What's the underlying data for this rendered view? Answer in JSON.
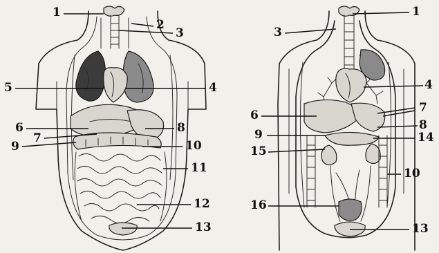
{
  "figures": {
    "front_view": {
      "labels": [
        "1",
        "2",
        "3",
        "4",
        "5",
        "6",
        "7",
        "8",
        "9",
        "10",
        "11",
        "12",
        "13"
      ]
    },
    "dissected_view": {
      "labels": [
        "1",
        "3",
        "4",
        "6",
        "7",
        "8",
        "9",
        "14",
        "15",
        "10",
        "16",
        "13"
      ]
    }
  }
}
